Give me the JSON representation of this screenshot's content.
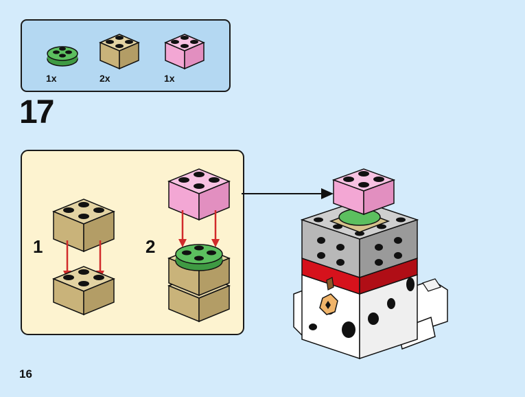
{
  "parts_list": {
    "items": [
      {
        "quantity": "1x",
        "color": "#5cbf5f",
        "icon": "round-plate-2x2-icon"
      },
      {
        "quantity": "2x",
        "color": "#d6c28c",
        "icon": "brick-2x2-icon"
      },
      {
        "quantity": "1x",
        "color": "#f3a7d4",
        "icon": "brick-2x2-icon"
      }
    ]
  },
  "step": {
    "number": "17"
  },
  "substeps": [
    {
      "number": "1"
    },
    {
      "number": "2"
    }
  ],
  "page": {
    "number": "16"
  },
  "colors": {
    "tan": "#d6c28c",
    "pink": "#f3a7d4",
    "green": "#5cbf5f",
    "gray": "#b8b8b8",
    "red": "#d6121c",
    "arrow": "#d12b2b",
    "callout_bg": "#fdf3d0",
    "parts_bg": "#b4d8f2",
    "page_bg": "#d4ebfb"
  }
}
